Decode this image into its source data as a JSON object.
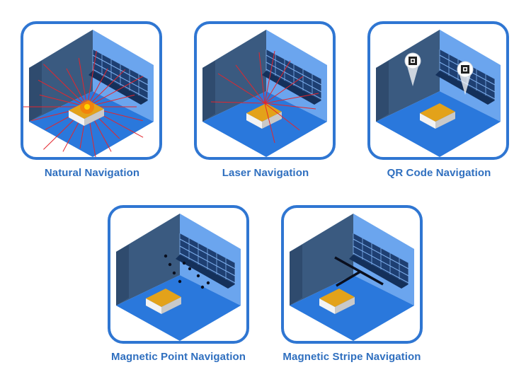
{
  "colors": {
    "frame": "#2f76d2",
    "caption": "#2f6fbf",
    "floor": "#2a78dc",
    "wall_left": "#3a5a80",
    "wall_right": "#6ba5ee",
    "rack": "#1e3f72",
    "load_top": "#e3a21a",
    "laser": "#e3262d"
  },
  "items": [
    {
      "label": "Natural Navigation",
      "icon": "natural-navigation-icon"
    },
    {
      "label": "Laser Navigation",
      "icon": "laser-navigation-icon"
    },
    {
      "label": "QR Code Navigation",
      "icon": "qr-code-navigation-icon"
    },
    {
      "label": "Magnetic Point Navigation",
      "icon": "magnetic-point-navigation-icon"
    },
    {
      "label": "Magnetic Stripe Navigation",
      "icon": "magnetic-stripe-navigation-icon"
    }
  ]
}
